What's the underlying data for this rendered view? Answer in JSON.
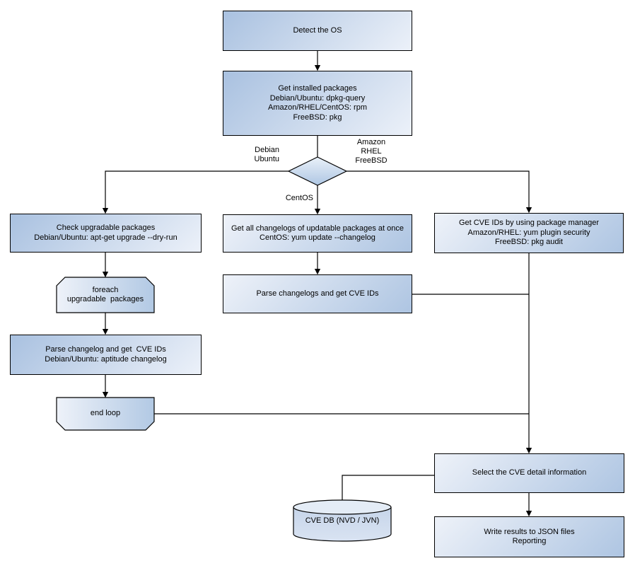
{
  "nodes": {
    "detect_os": "Detect the OS",
    "get_installed_packages": "Get installed packages\nDebian/Ubuntu: dpkg-query\nAmazon/RHEL/CentOS: rpm\nFreeBSD: pkg",
    "check_upgradable": "Check upgradable packages\nDebian/Ubuntu: apt-get upgrade --dry-run",
    "foreach_loop": "foreach\nupgradable  packages",
    "parse_changelog_left": "Parse changelog and get  CVE IDs\nDebian/Ubuntu: aptitude changelog",
    "end_loop": "end loop",
    "get_all_changelogs": "Get all changelogs of updatable packages at once\nCentOS: yum update --changelog",
    "parse_changelogs_middle": "Parse changelogs and get CVE IDs",
    "get_cve_ids_pkg_manager": "Get CVE IDs by using package manager\nAmazon/RHEL: yum plugin security\nFreeBSD: pkg audit",
    "select_cve_detail": "Select the CVE detail information",
    "cve_db": "CVE DB (NVD / JVN)",
    "write_results": "Write results to JSON files\nReporting"
  },
  "edge_labels": {
    "left_branch": "Debian\nUbuntu",
    "right_branch": "Amazon\nRHEL\nFreeBSD",
    "bottom_branch": "CentOS"
  },
  "colors": {
    "node_fill_dark": "#a9c1e0",
    "node_fill_light": "#ecf1f9",
    "node_border": "#000000",
    "connector": "#000000",
    "background": "#ffffff"
  }
}
